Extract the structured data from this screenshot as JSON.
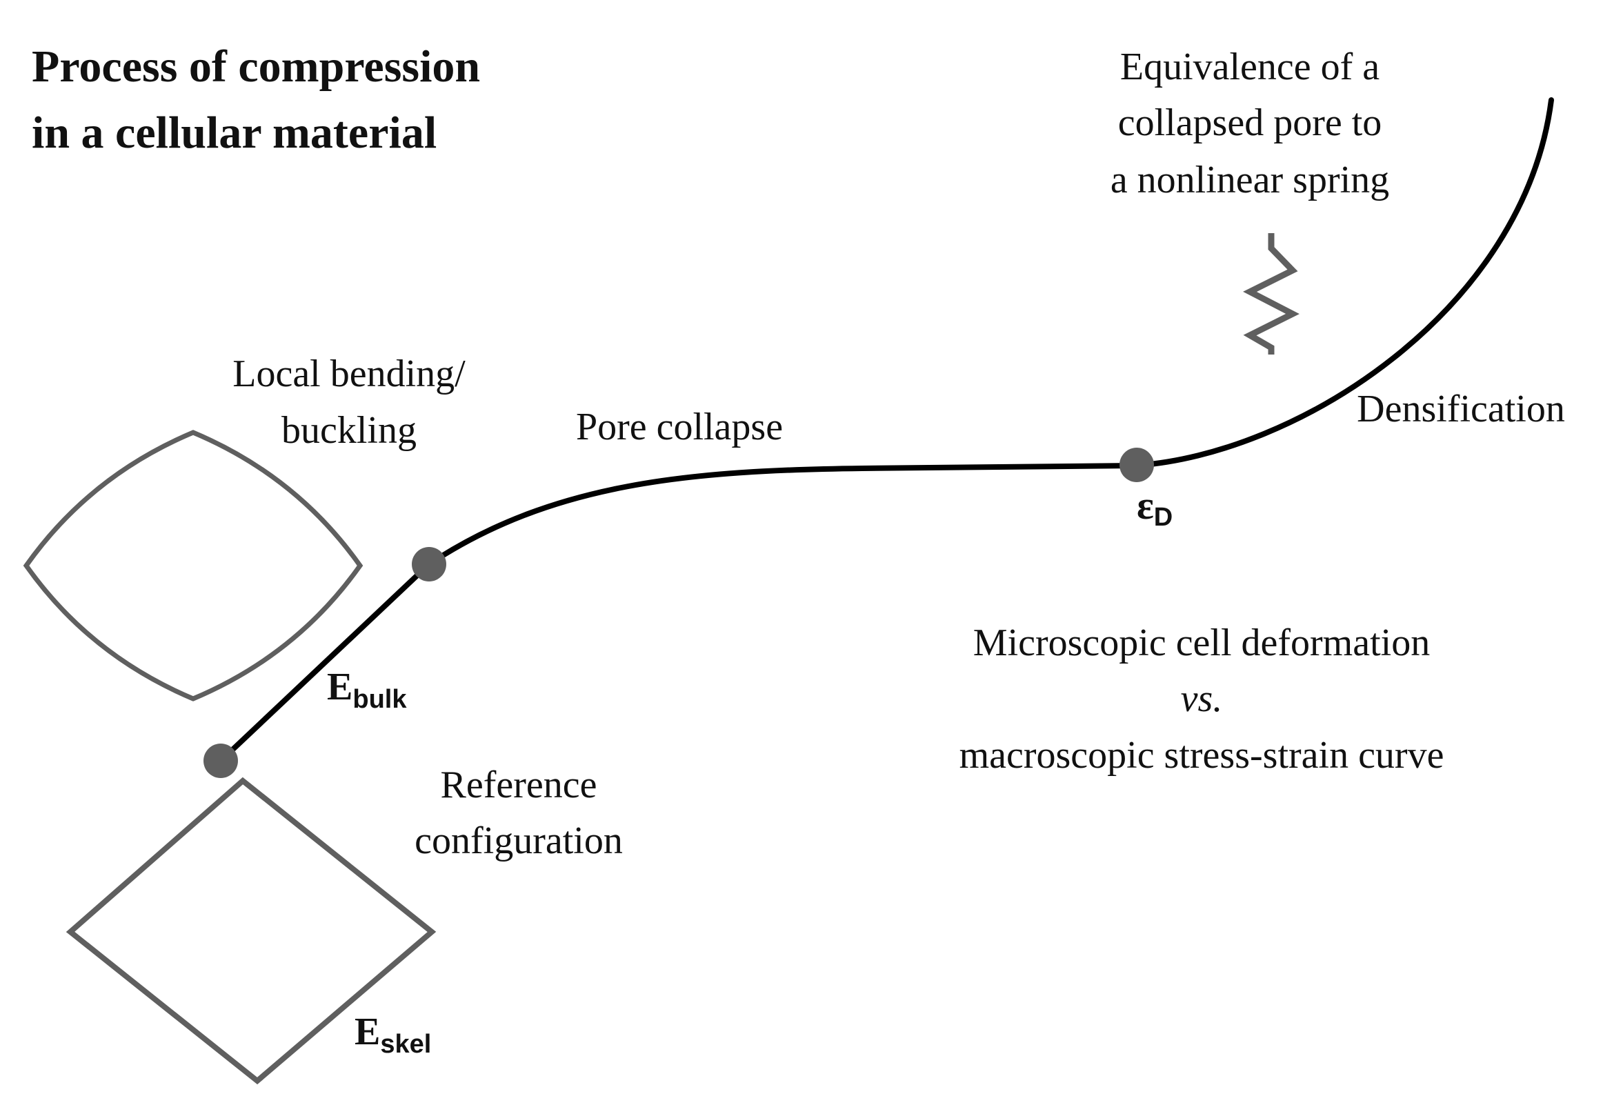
{
  "title": {
    "line1": "Process of compression",
    "line2": "in a cellular material"
  },
  "labels": {
    "local_bending_1": "Local bending/",
    "local_bending_2": "buckling",
    "pore_collapse": "Pore collapse",
    "densification": "Densification",
    "equivalence_1": "Equivalence of a",
    "equivalence_2": "collapsed pore to",
    "equivalence_3": "a nonlinear spring",
    "reference_1": "Reference",
    "reference_2": "configuration",
    "caption_1": "Microscopic cell deformation",
    "caption_2": "vs.",
    "caption_3": "macroscopic stress-strain curve"
  },
  "symbols": {
    "e_bulk_main": "E",
    "e_bulk_sub": "bulk",
    "e_skel_main": "E",
    "e_skel_sub": "skel",
    "eps_d_main": "ε",
    "eps_d_sub": "D"
  },
  "colors": {
    "curve": "#000000",
    "cell_stroke": "#5f5f5f",
    "marker": "#5f5f5f",
    "spring": "#5f5f5f",
    "text": "#111111"
  }
}
